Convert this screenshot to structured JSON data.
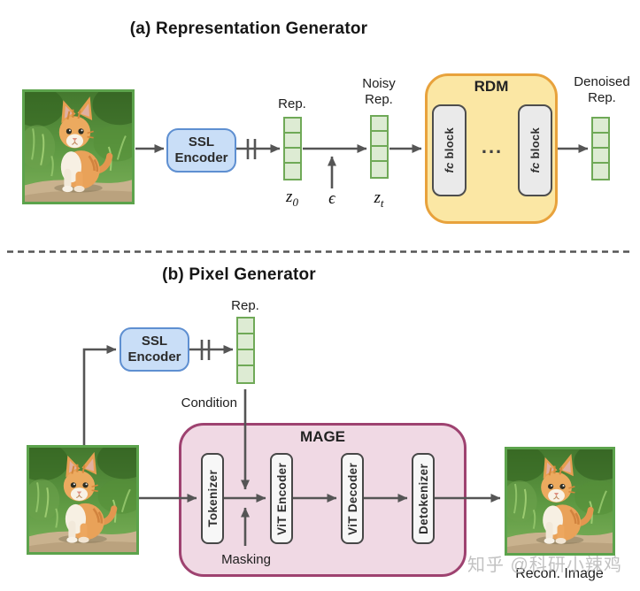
{
  "sections": {
    "a": {
      "title": "(a) Representation Generator",
      "ssl_encoder_line1": "SSL",
      "ssl_encoder_line2": "Encoder",
      "rep_label": "Rep.",
      "z0_base": "z",
      "z0_sub": "0",
      "epsilon": "ϵ",
      "noisy_line1": "Noisy",
      "noisy_line2": "Rep.",
      "zt_base": "z",
      "zt_sub": "t",
      "rdm_title": "RDM",
      "fc_block_italic": "fc",
      "fc_block_rest": " block",
      "ellipsis": "...",
      "denoised_line1": "Denoised",
      "denoised_line2": "Rep."
    },
    "b": {
      "title": "(b) Pixel Generator",
      "ssl_encoder_line1": "SSL",
      "ssl_encoder_line2": "Encoder",
      "rep_label": "Rep.",
      "condition_label": "Condition",
      "mage_title": "MAGE",
      "blocks": [
        "Tokenizer",
        "ViT Encoder",
        "ViT Decoder",
        "Detokenizer"
      ],
      "masking_label": "Masking",
      "recon_label": "Recon. Image"
    }
  },
  "watermark": "知乎 @科研小辣鸡",
  "icons": {
    "freeze_marks": "||",
    "arrow": "→"
  },
  "colors": {
    "arrow": "#555555",
    "frame_green": "#5CA34C",
    "vector_fill": "#DDEBD3",
    "vector_border": "#6FA957",
    "ssl_fill": "#C9DEF7",
    "ssl_border": "#5E8FD1",
    "rdm_fill": "#FBE7A4",
    "rdm_border": "#E8A23C",
    "fc_fill": "#EAEAEA",
    "fc_border": "#4D4D4D",
    "mage_fill": "#F0D9E4",
    "mage_border": "#9E4270",
    "inner_block_fill": "#F7F7F7",
    "inner_block_border": "#474747",
    "watermark_gray": "#BDBDBD"
  }
}
